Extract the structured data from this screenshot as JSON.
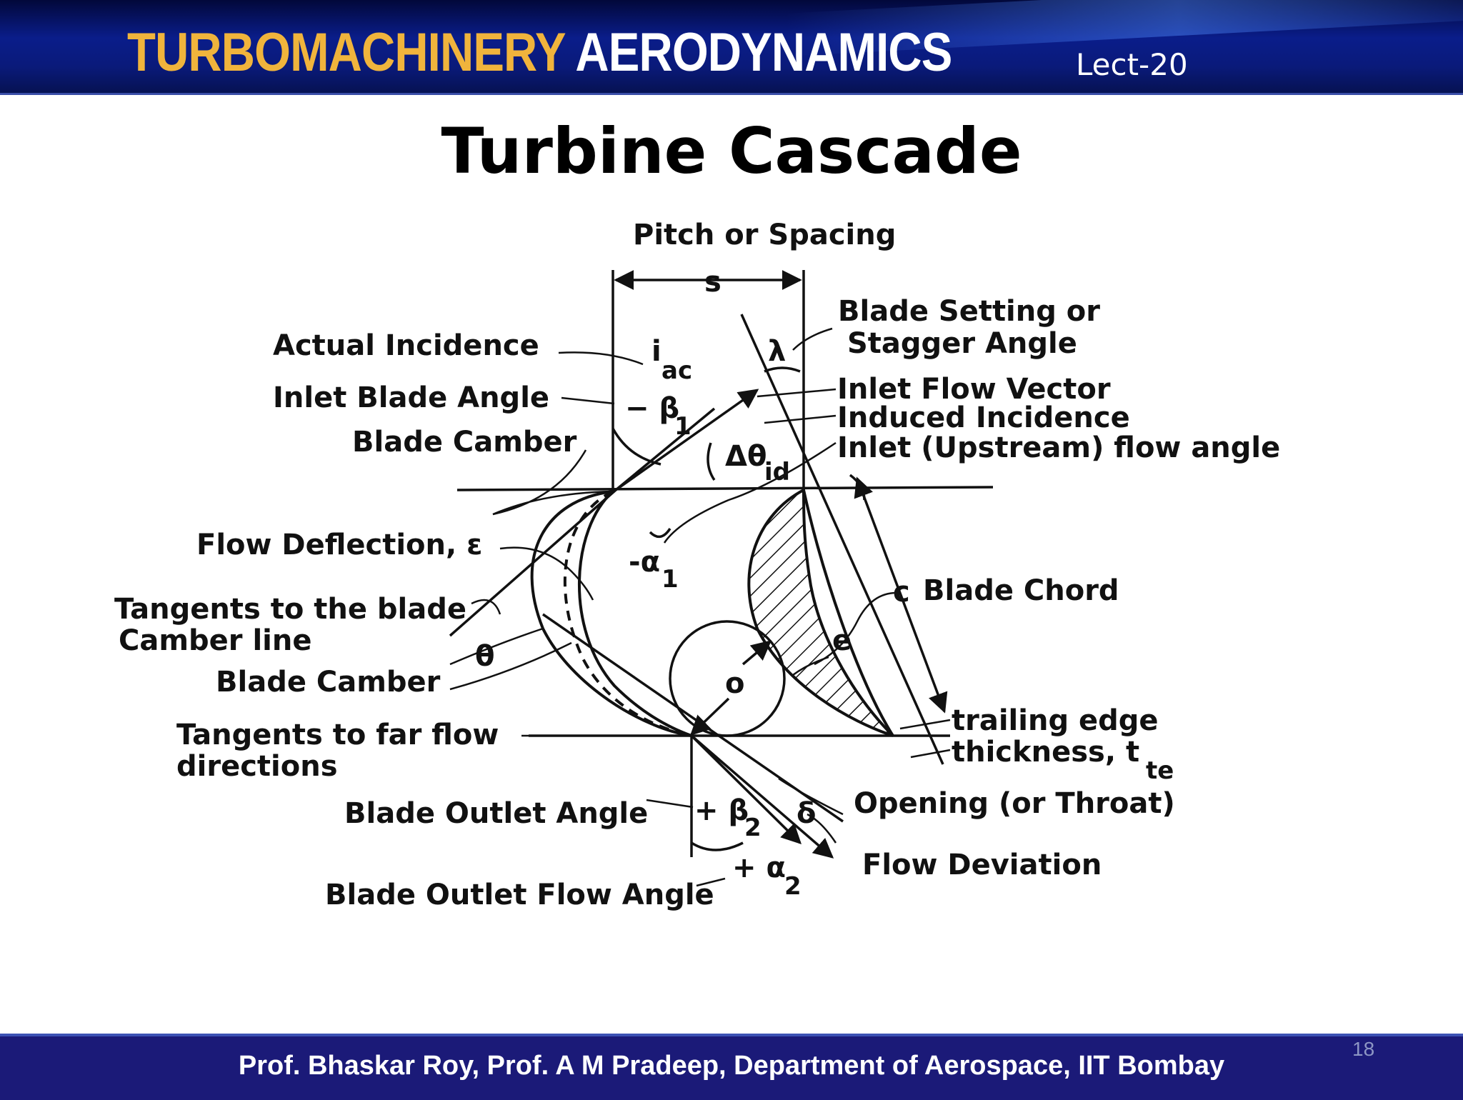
{
  "header": {
    "title_part1": "TURBOMACHINERY",
    "title_part2": "AERODYNAMICS",
    "lecture": "Lect-20"
  },
  "slide_title": "Turbine Cascade",
  "diagram": {
    "labels": {
      "pitch": "Pitch or Spacing",
      "s": "s",
      "stagger_1": "Blade Setting or",
      "stagger_2": "Stagger Angle",
      "lambda": "λ",
      "actual_incidence": "Actual Incidence",
      "i": "i",
      "i_sub": "ac",
      "inlet_blade_angle": "Inlet Blade Angle",
      "beta1": "− β",
      "beta1_sub": "1",
      "blade_camber_top": "Blade Camber",
      "inlet_flow_vector": "Inlet Flow Vector",
      "induced_incidence": "Induced Incidence",
      "inlet_flow_angle": "Inlet (Upstream) flow angle",
      "delta_theta": "Δθ",
      "delta_theta_sub": "id",
      "flow_deflection": "Flow Deflection, ε",
      "alpha1": "-α",
      "alpha1_sub": "1",
      "tangents_camber_1": "Tangents to the blade",
      "tangents_camber_2": "Camber line",
      "theta": "θ",
      "blade_camber_bottom": "Blade Camber",
      "c": "c",
      "blade_chord": "Blade Chord",
      "e": "e",
      "o": "o",
      "tangents_far_1": "Tangents to far flow",
      "tangents_far_2": "directions",
      "trailing_edge_1": "trailing edge",
      "trailing_edge_2": "thickness, t",
      "trailing_edge_sub": "te",
      "blade_outlet_angle": "Blade Outlet Angle",
      "beta2": "+ β",
      "beta2_sub": "2",
      "delta": "δ",
      "opening": "Opening (or Throat)",
      "flow_deviation": "Flow Deviation",
      "alpha2": "+ α",
      "alpha2_sub": "2",
      "blade_outlet_flow_angle": "Blade Outlet Flow Angle"
    }
  },
  "footer": {
    "credit": "Prof. Bhaskar Roy, Prof. A M Pradeep, Department of Aerospace, IIT Bombay",
    "page_number": "18"
  }
}
